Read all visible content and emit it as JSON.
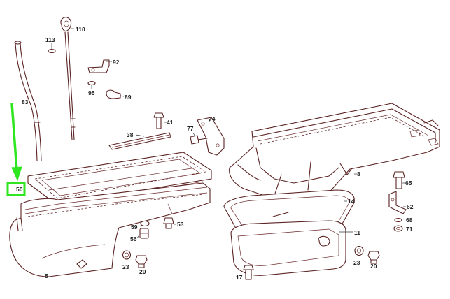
{
  "colors": {
    "line": "#5a2222",
    "label": "#222222",
    "highlight": "#2ee61f",
    "background": "#ffffff"
  },
  "callouts": {
    "c113": "113",
    "c110": "110",
    "c92": "92",
    "c95": "95",
    "c89": "89",
    "c83": "83",
    "c74": "74",
    "c41": "41",
    "c77": "77",
    "c38": "38",
    "c50": "50",
    "c8": "8",
    "c65": "65",
    "c14": "14",
    "c62": "62",
    "c68": "68",
    "c71": "71",
    "c59": "59",
    "c53": "53",
    "c56": "56",
    "c11": "11",
    "c23a": "23",
    "c20a": "20",
    "c5": "5",
    "c23b": "23",
    "c20b": "20",
    "c17": "17"
  },
  "highlight": {
    "target": "50"
  }
}
